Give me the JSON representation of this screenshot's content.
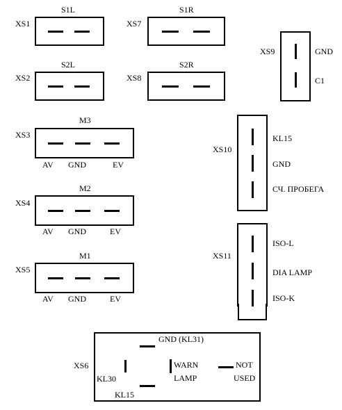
{
  "connectors": {
    "xs1": {
      "name": "XS1",
      "title": "S1L"
    },
    "xs2": {
      "name": "XS2",
      "title": "S2L"
    },
    "xs7": {
      "name": "XS7",
      "title": "S1R"
    },
    "xs8": {
      "name": "XS8",
      "title": "S2R"
    },
    "xs3": {
      "name": "XS3",
      "title": "M3",
      "pins": [
        "AV",
        "GND",
        "EV"
      ]
    },
    "xs4": {
      "name": "XS4",
      "title": "M2",
      "pins": [
        "AV",
        "GND",
        "EV"
      ]
    },
    "xs5": {
      "name": "XS5",
      "title": "M1",
      "pins": [
        "AV",
        "GND",
        "EV"
      ]
    },
    "xs9": {
      "name": "XS9",
      "pins": [
        "GND",
        "C1"
      ]
    },
    "xs10": {
      "name": "XS10",
      "pins": [
        "KL15",
        "GND",
        "СЧ. ПРОБЕГА"
      ]
    },
    "xs11": {
      "name": "XS11",
      "pins": [
        "ISO-L",
        "DIA LAMP",
        "ISO-K"
      ]
    },
    "xs6": {
      "name": "XS6",
      "pins": {
        "top": "GND (KL31)",
        "left": "KL30",
        "bottom": "KL15",
        "warn_1": "WARN",
        "warn_2": "LAMP",
        "not_1": "NOT",
        "not_2": "USED"
      }
    }
  }
}
